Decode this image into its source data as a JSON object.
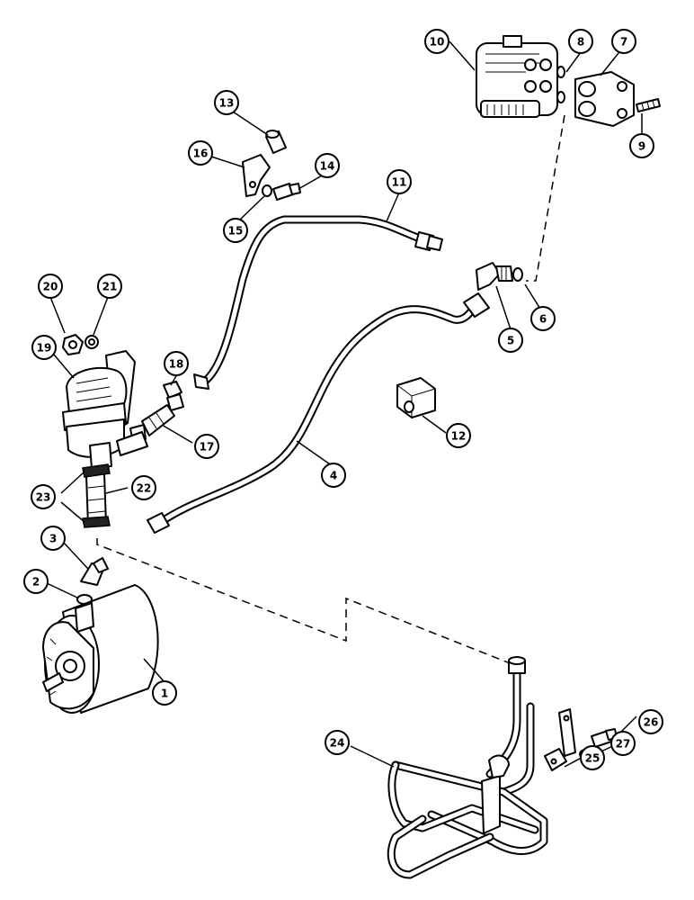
{
  "callouts": [
    {
      "id": "c1",
      "label": "1"
    },
    {
      "id": "c2",
      "label": "2"
    },
    {
      "id": "c3",
      "label": "3"
    },
    {
      "id": "c4",
      "label": "4"
    },
    {
      "id": "c5",
      "label": "5"
    },
    {
      "id": "c6",
      "label": "6"
    },
    {
      "id": "c7",
      "label": "7"
    },
    {
      "id": "c8",
      "label": "8"
    },
    {
      "id": "c9",
      "label": "9"
    },
    {
      "id": "c10",
      "label": "10"
    },
    {
      "id": "c11",
      "label": "11"
    },
    {
      "id": "c12",
      "label": "12"
    },
    {
      "id": "c13",
      "label": "13"
    },
    {
      "id": "c14",
      "label": "14"
    },
    {
      "id": "c15",
      "label": "15"
    },
    {
      "id": "c16",
      "label": "16"
    },
    {
      "id": "c17",
      "label": "17"
    },
    {
      "id": "c18",
      "label": "18"
    },
    {
      "id": "c19",
      "label": "19"
    },
    {
      "id": "c20",
      "label": "20"
    },
    {
      "id": "c21",
      "label": "21"
    },
    {
      "id": "c22",
      "label": "22"
    },
    {
      "id": "c23",
      "label": "23"
    },
    {
      "id": "c24",
      "label": "24"
    },
    {
      "id": "c25",
      "label": "25"
    },
    {
      "id": "c26",
      "label": "26"
    },
    {
      "id": "c27",
      "label": "27"
    }
  ]
}
